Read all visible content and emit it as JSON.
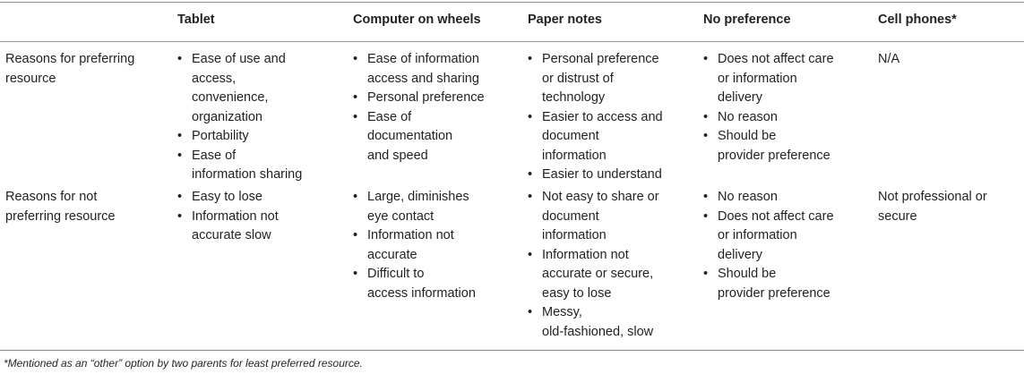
{
  "table": {
    "headers": [
      "",
      "Tablet",
      "Computer on wheels",
      "Paper notes",
      "No preference",
      "Cell phones*"
    ],
    "rows": [
      {
        "label": "Reasons for preferring\nresource",
        "tablet": [
          "Ease of use and\naccess,\nconvenience,\norganization",
          "Portability",
          "Ease of\ninformation sharing"
        ],
        "computer_on_wheels": [
          "Ease of information\naccess and sharing",
          "Personal preference",
          "Ease of\ndocumentation\nand speed"
        ],
        "paper_notes": [
          "Personal preference\nor distrust of\ntechnology",
          "Easier to access and\ndocument\ninformation",
          "Easier to understand"
        ],
        "no_preference": [
          "Does not affect care\nor information\ndelivery",
          "No reason",
          "Should be\nprovider preference"
        ],
        "cell_phones": "N/A"
      },
      {
        "label": "Reasons for not\npreferring resource",
        "tablet": [
          "Easy to lose",
          "Information not\naccurate slow"
        ],
        "computer_on_wheels": [
          "Large, diminishes\neye contact",
          "Information not\naccurate",
          "Difficult to\naccess information"
        ],
        "paper_notes": [
          "Not easy to share or\ndocument\ninformation",
          "Information not\naccurate or secure,\neasy to lose",
          "Messy,\nold-fashioned, slow"
        ],
        "no_preference": [
          "No reason",
          "Does not affect care\nor information\ndelivery",
          "Should be\nprovider preference"
        ],
        "cell_phones": "Not professional or\nsecure"
      }
    ],
    "footnote": "*Mentioned as an “other” option by two parents for least preferred resource."
  }
}
